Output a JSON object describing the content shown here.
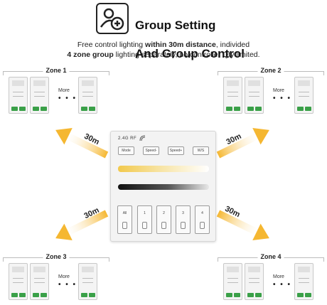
{
  "header": {
    "title_line1": "Group Setting",
    "title_line2": "And Group Control",
    "icon": "group-add-icon"
  },
  "description": {
    "line1_pre": "Free control lighting ",
    "line1_bold": "within 30m distance",
    "line1_post": ", individed",
    "line2_bold": "4 zone group",
    "line2_post": " lighting separately, no controller Qty limited."
  },
  "zones": [
    {
      "label": "Zone 1",
      "more": "More"
    },
    {
      "label": "Zone 2",
      "more": "More"
    },
    {
      "label": "Zone 3",
      "more": "More"
    },
    {
      "label": "Zone 4",
      "more": "More"
    }
  ],
  "distance_label": "30m",
  "panel": {
    "rf_label": "2.4G RF",
    "top_buttons": [
      "Mode",
      "Speed-",
      "Speed+",
      "W/S"
    ],
    "zone_buttons": [
      "All",
      "1",
      "2",
      "3",
      "4"
    ]
  },
  "colors": {
    "arrow": "#f5b731",
    "warm": "#f2c94c"
  }
}
